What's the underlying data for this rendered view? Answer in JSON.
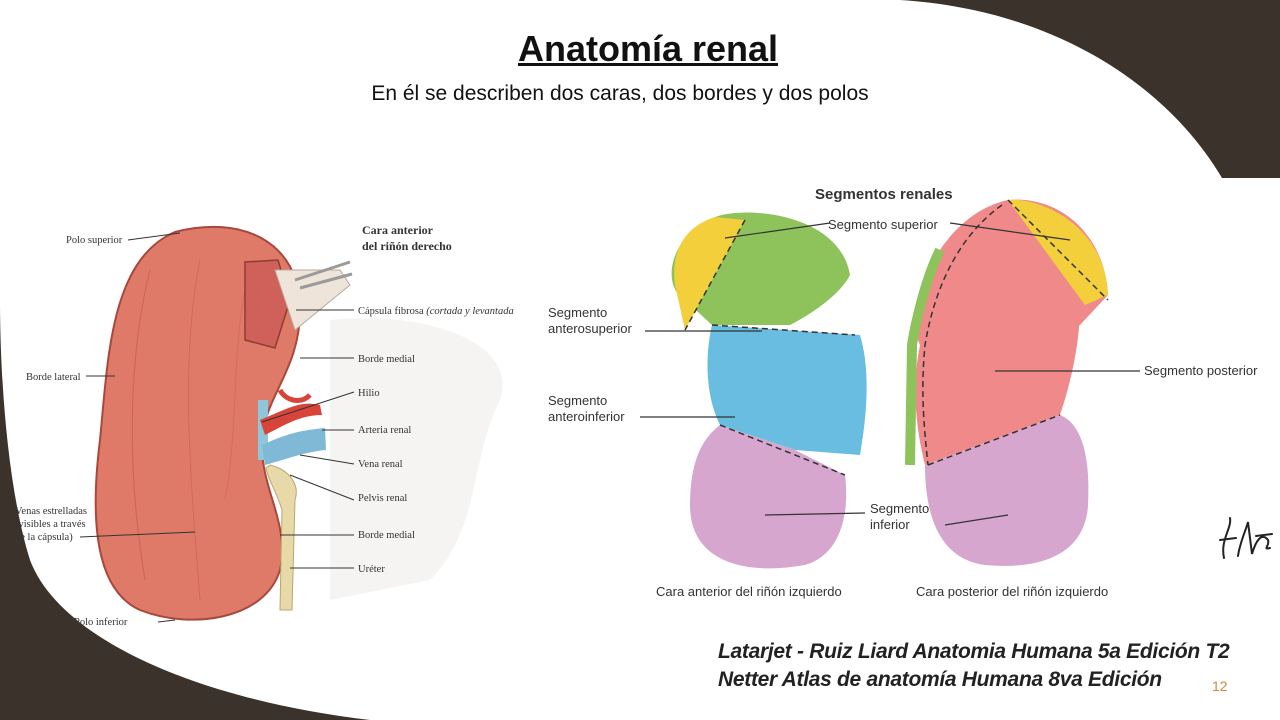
{
  "slide": {
    "title": "Anatomía renal",
    "subtitle": "En él se describen dos caras, dos bordes y dos polos",
    "page_number": "12",
    "colors": {
      "dark_bg": "#3b322c",
      "light_bg": "#ffffff",
      "accent": "#d8843a"
    }
  },
  "left_figure": {
    "heading_line1": "Cara anterior",
    "heading_line2": "del riñón derecho",
    "labels": {
      "polo_superior": "Polo superior",
      "capsula_main": "Cápsula fibrosa",
      "capsula_note": "(cortada y levantada",
      "borde_medial_1": "Borde medial",
      "borde_lateral": "Borde lateral",
      "hilio": "Hilio",
      "arteria_renal": "Arteria renal",
      "vena_renal": "Vena renal",
      "pelvis_renal": "Pelvis renal",
      "venas_1": "Venas estrelladas",
      "venas_2": "(visibles a través",
      "venas_3": "de la cápsula)",
      "borde_medial_2": "Borde medial",
      "ureter": "Uréter",
      "polo_inferior": "Polo inferior"
    }
  },
  "right_figure": {
    "title": "Segmentos renales",
    "labels": {
      "seg_superior": "Segmento superior",
      "seg_anterosup_1": "Segmento",
      "seg_anterosup_2": "anterosuperior",
      "seg_anteroinf_1": "Segmento",
      "seg_anteroinf_2": "anteroinferior",
      "seg_posterior": "Segmento posterior",
      "seg_inferior_1": "Segmento",
      "seg_inferior_2": "inferior",
      "cap_anterior": "Cara anterior del riñón izquierdo",
      "cap_posterior": "Cara posterior del riñón izquierdo"
    },
    "signature": "F. Netter"
  },
  "references": {
    "line1": "Latarjet - Ruiz Liard Anatomia Humana 5a Edición T2",
    "line2": "Netter Atlas de anatomía Humana 8va Edición"
  }
}
